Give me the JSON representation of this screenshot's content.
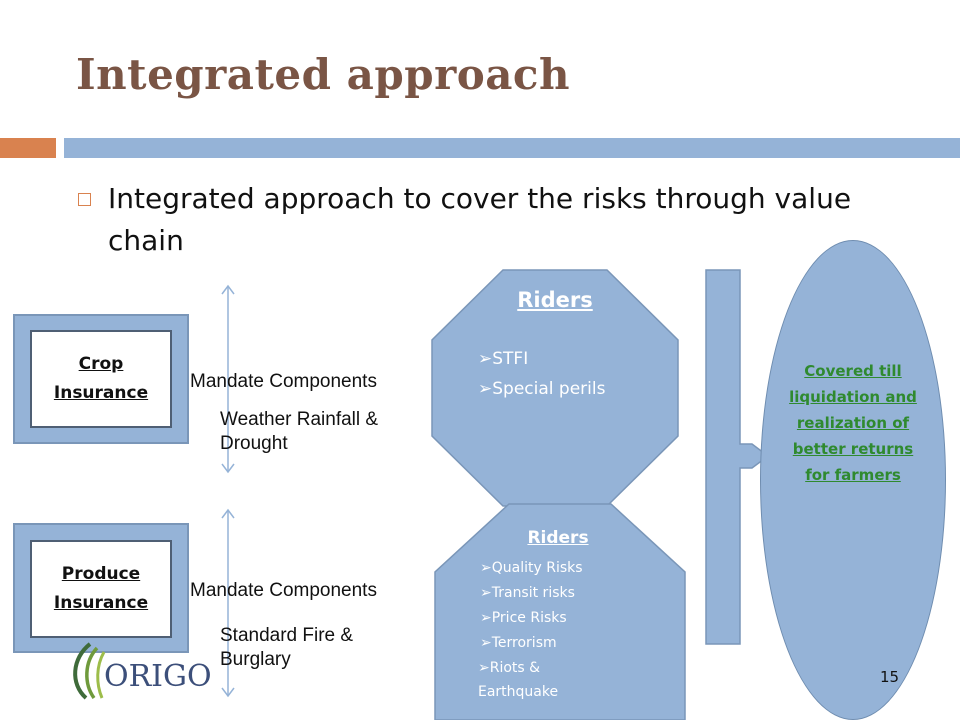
{
  "slide": {
    "title": "Integrated approach",
    "bullet": "Integrated approach to cover the risks through value chain",
    "page_number": "15"
  },
  "crop": {
    "label": "Crop Insurance",
    "mandate": "Mandate Components",
    "component": "Weather Rainfall & Drought",
    "riders_title": "Riders",
    "riders": [
      "STFI",
      "Special perils"
    ]
  },
  "produce": {
    "label": "Produce Insurance",
    "mandate": "Mandate Components",
    "component": "Standard Fire & Burglary",
    "riders_title": "Riders",
    "riders": [
      "Quality Risks",
      "Transit risks",
      "Price Risks",
      "Terrorism",
      "Riots & Earthquake"
    ]
  },
  "outcome": "Covered till liquidation and realization of better returns for farmers",
  "logo": {
    "text": "ORIGO"
  },
  "colors": {
    "title": "#7a5545",
    "accent_orange": "#d9824f",
    "accent_blue": "#95b3d7",
    "outcome_text": "#2f8a2f"
  }
}
